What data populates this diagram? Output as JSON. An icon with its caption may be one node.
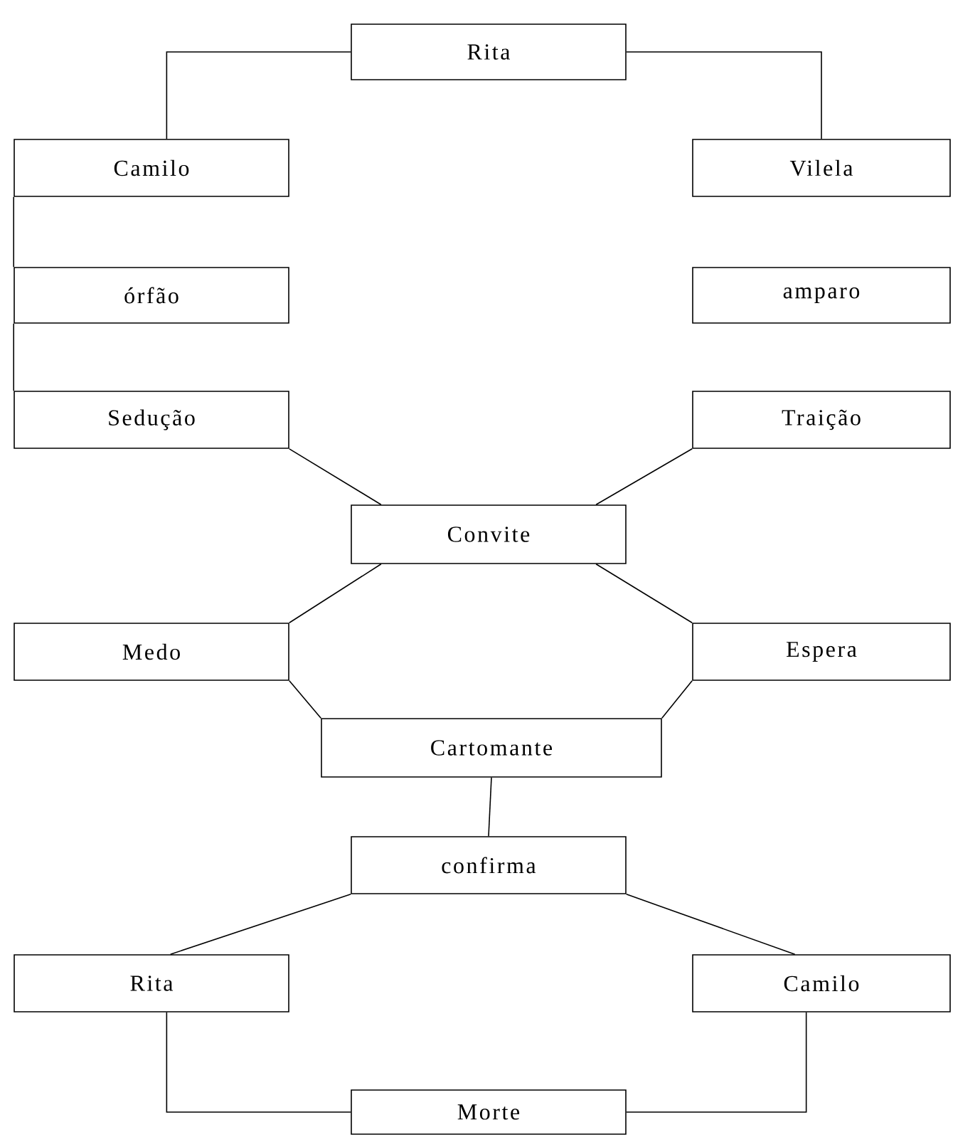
{
  "diagram": {
    "nodes": [
      {
        "text": [
          "Rita"
        ]
      },
      {
        "text": [
          "Camilo"
        ]
      },
      {
        "text": [
          "Vilela"
        ]
      },
      {
        "text": [
          "órfão"
        ]
      },
      {
        "text": [
          "amparo"
        ]
      },
      {
        "text": [
          "Sedução"
        ]
      },
      {
        "text": [
          "Traição"
        ]
      },
      {
        "text": [
          "Convite"
        ]
      },
      {
        "text": [
          "Medo"
        ]
      },
      {
        "text": [
          "Espera"
        ]
      },
      {
        "text": [
          "Cartomante"
        ]
      },
      {
        "text": [
          "confirma"
        ]
      },
      {
        "text": [
          "Rita"
        ]
      },
      {
        "text": [
          "Camilo"
        ]
      },
      {
        "text": [
          "Morte"
        ]
      }
    ],
    "edges": [
      {
        "from": 0,
        "to": 1,
        "arrow": "none"
      },
      {
        "from": 0,
        "to": 2,
        "arrow": "none"
      },
      {
        "from": 1,
        "to": 3,
        "arrow": "none"
      },
      {
        "from": 3,
        "to": 5,
        "arrow": "none"
      },
      {
        "from": 5,
        "to": 7,
        "arrow": "none"
      },
      {
        "from": 6,
        "to": 7,
        "arrow": "none"
      },
      {
        "from": 7,
        "to": 8,
        "arrow": "none"
      },
      {
        "from": 7,
        "to": 9,
        "arrow": "none"
      },
      {
        "from": 8,
        "to": 10,
        "arrow": "none"
      },
      {
        "from": 9,
        "to": 10,
        "arrow": "none"
      },
      {
        "from": 10,
        "to": 11,
        "arrow": "none"
      },
      {
        "from": 11,
        "to": 12,
        "arrow": "none"
      },
      {
        "from": 11,
        "to": 13,
        "arrow": "none"
      },
      {
        "from": 12,
        "to": 14,
        "arrow": "none"
      },
      {
        "from": 13,
        "to": 14,
        "arrow": "none"
      }
    ]
  }
}
